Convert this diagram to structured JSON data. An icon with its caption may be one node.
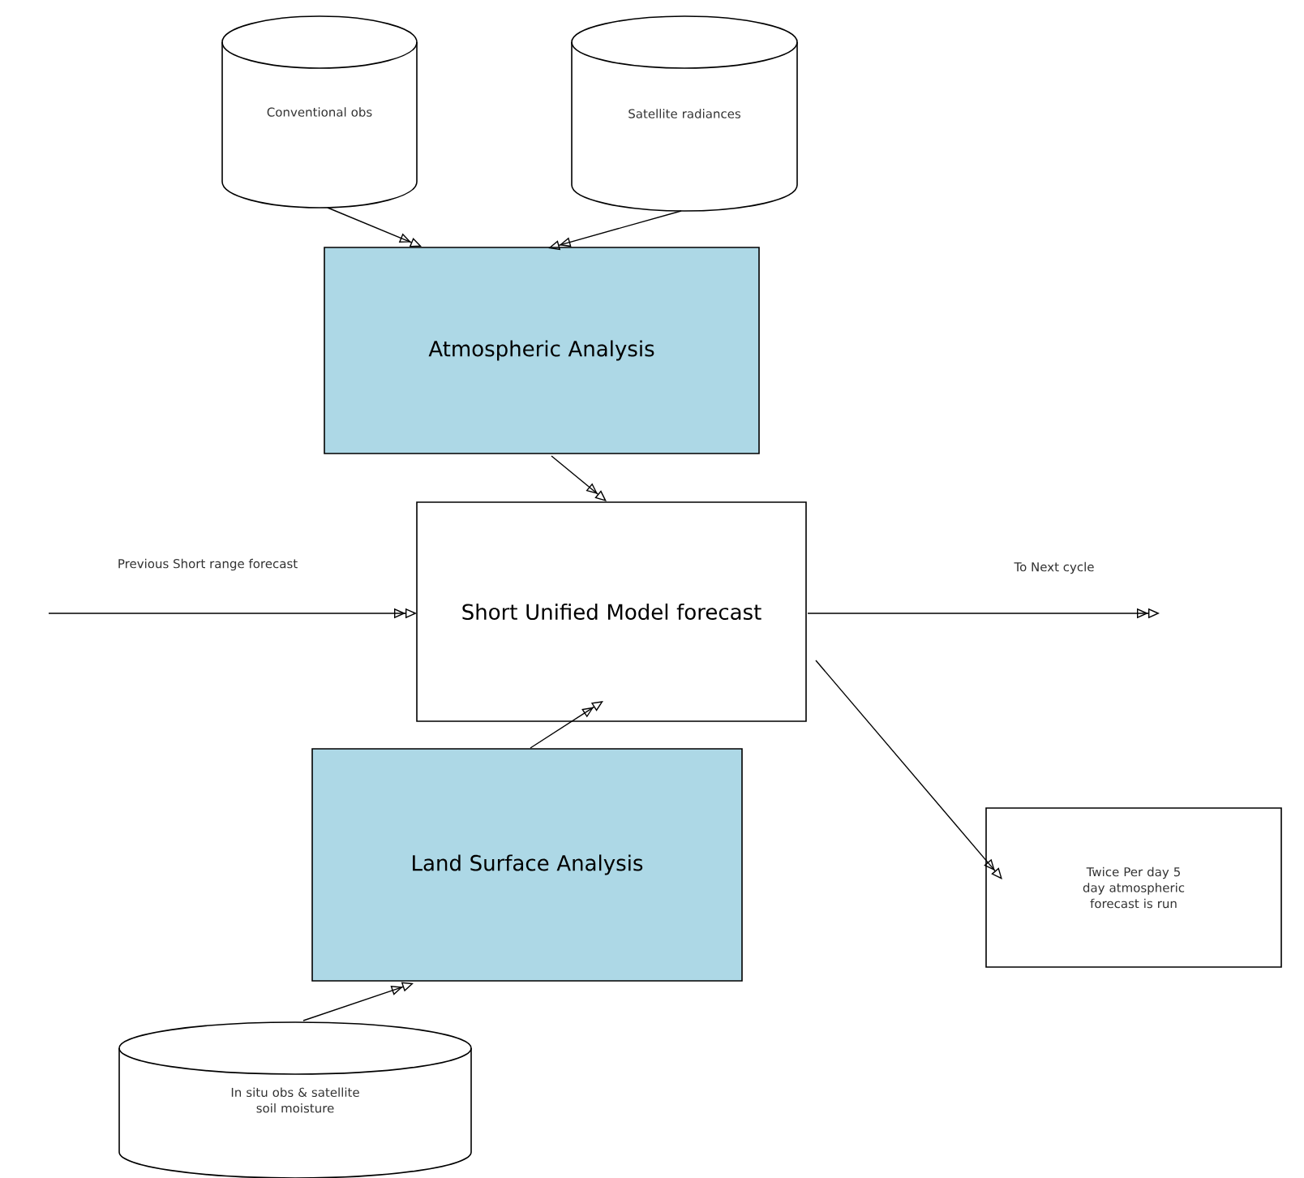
{
  "diagram": {
    "nodes": [
      {
        "text": [
          "Conventional obs"
        ]
      },
      {
        "text": [
          "Satellite radiances"
        ]
      },
      {
        "text": [
          "Atmospheric Analysis"
        ]
      },
      {
        "text": [
          "Short Unified Model forecast"
        ]
      },
      {
        "text": [
          "Land Surface Analysis"
        ]
      },
      {
        "text": [
          "Twice Per day 5 day atmospheric forecast is run"
        ]
      },
      {
        "text": [
          "In situ obs & satellite soil moisture"
        ]
      }
    ],
    "edges": [
      {
        "from": 0,
        "to": 2,
        "arrow": "to"
      },
      {
        "from": 1,
        "to": 2,
        "arrow": "to"
      },
      {
        "from": 2,
        "to": 3,
        "arrow": "to"
      },
      {
        "from": null,
        "to": 3,
        "arrow": "to",
        "label": "Previous Short range forecast"
      },
      {
        "from": 3,
        "to": null,
        "arrow": "to",
        "label": "To Next cycle"
      },
      {
        "from": 4,
        "to": 3,
        "arrow": "to"
      },
      {
        "from": 3,
        "to": 5,
        "arrow": "to"
      },
      {
        "from": 6,
        "to": 4,
        "arrow": "to"
      }
    ]
  }
}
